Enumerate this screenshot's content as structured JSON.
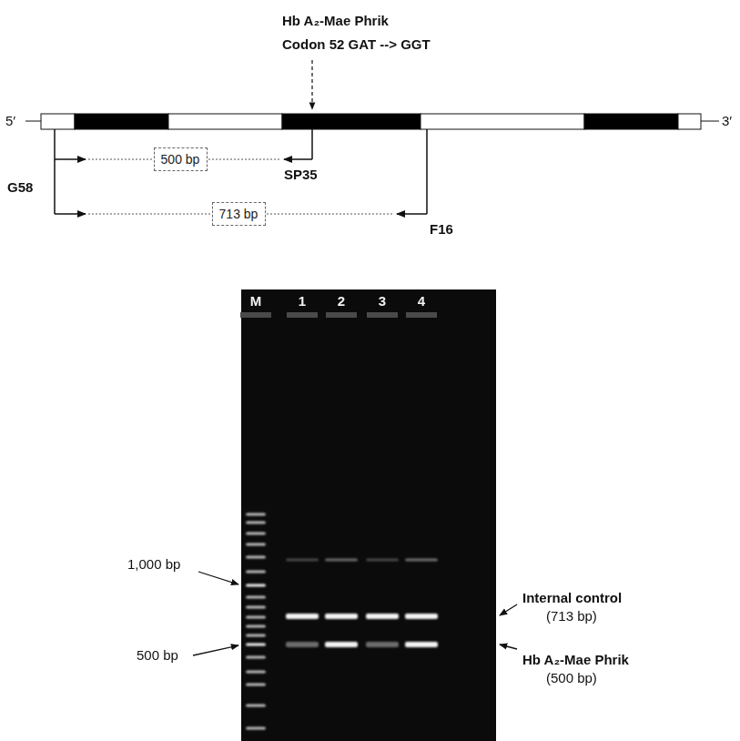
{
  "diagram": {
    "nodes": [
      {
        "text": [
          "500 bp"
        ]
      },
      {
        "text": [
          "713 bp"
        ]
      }
    ],
    "labels": [
      "Hb A₂-Mae Phrik",
      "Codon 52 GAT --> GGT",
      "5′",
      "3′",
      "SP35",
      "G58",
      "F16",
      "M",
      "1",
      "2",
      "3",
      "4",
      "1,000 bp",
      "500 bp",
      "Internal control",
      "(713 bp)",
      "Hb A₂-Mae Phrik",
      "(500 bp)"
    ]
  }
}
